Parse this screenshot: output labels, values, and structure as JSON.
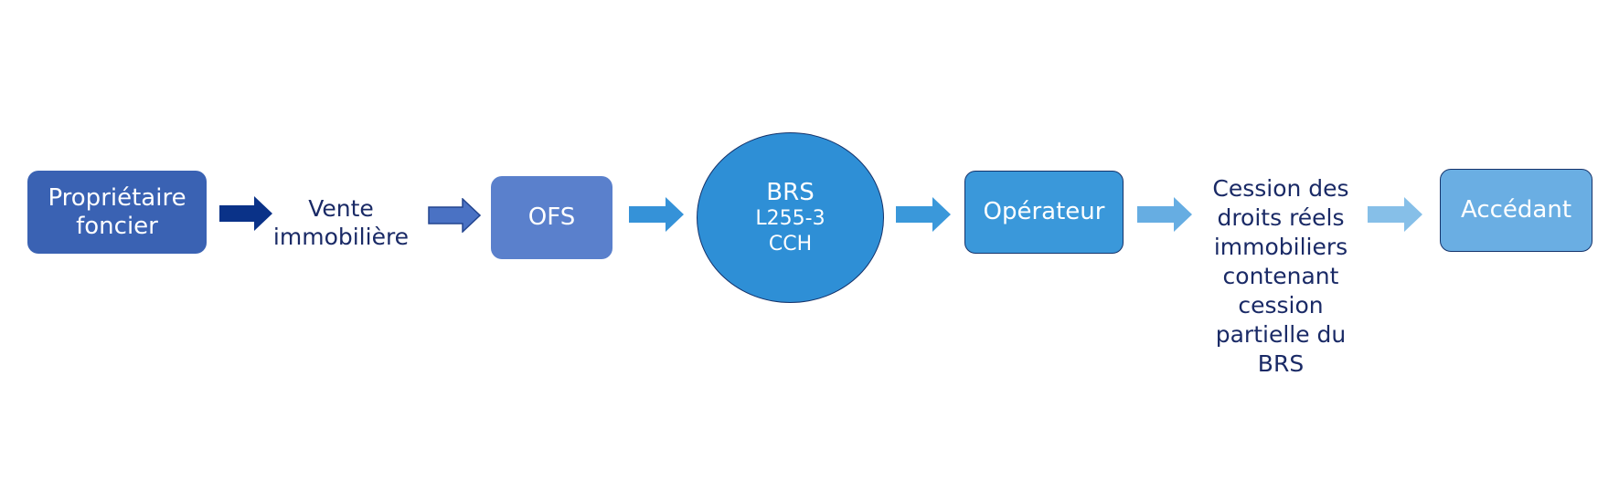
{
  "colors": {
    "node_proprietaire": "#3a62b3",
    "node_ofs": "#5a80cc",
    "node_brs": "#2e8fd6",
    "node_operateur": "#3a98da",
    "node_accedant": "#6aaee3",
    "arrow_1": "#0a3288",
    "arrow_2": "#4a72c4",
    "arrow_3": "#3592d8",
    "arrow_4": "#3a98da",
    "arrow_5": "#66ade2",
    "arrow_6": "#86bfe8",
    "label_text": "#1a2a66"
  },
  "nodes": {
    "proprietaire": {
      "line1": "Propriétaire",
      "line2": "foncier"
    },
    "ofs": {
      "label": "OFS"
    },
    "brs": {
      "line1": "BRS",
      "line2": "L255-3",
      "line3": "CCH"
    },
    "operateur": {
      "label": "Opérateur"
    },
    "accedant": {
      "label": "Accédant"
    }
  },
  "labels": {
    "vente": {
      "line1": "Vente",
      "line2": "immobilière"
    },
    "cession": {
      "lines": [
        "Cession des",
        "droits réels",
        "immobiliers",
        "contenant",
        "cession",
        "partielle du",
        "BRS"
      ]
    }
  }
}
